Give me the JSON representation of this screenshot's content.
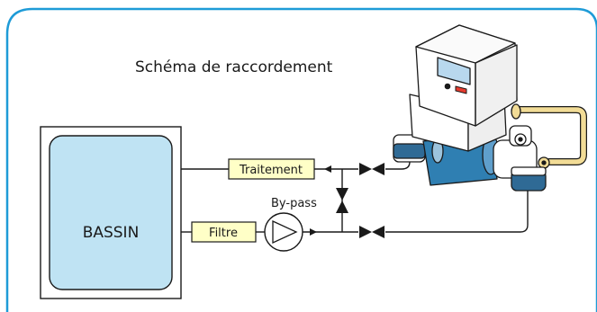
{
  "title": "Schéma de raccordement",
  "tank": {
    "label": "BASSIN"
  },
  "components": {
    "treatment": "Traitement",
    "filter": "Filtre",
    "bypass": "By-pass"
  },
  "colors": {
    "frame": "#1e9bd7",
    "tank_fill": "#bfe3f3",
    "box_fill": "#ffffc7",
    "meter_body": "#2f7fb2",
    "flange": "#2f6a95",
    "loop_pipe": "#f2dc96",
    "display": "#b8d8ee",
    "indicator_red": "#e63b2e"
  },
  "icons": [
    "gate-valve-icon",
    "pump-icon",
    "flow-arrow-icon",
    "electromagnetic-flowmeter-icon"
  ]
}
